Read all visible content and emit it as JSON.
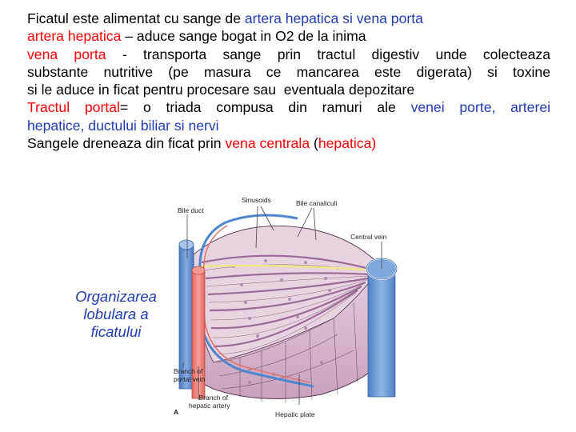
{
  "slide": {
    "lines": [
      {
        "segments": [
          {
            "text": "Ficatul este alimentat cu sange de ",
            "color": "black"
          },
          {
            "text": "artera hepatica si vena porta",
            "color": "blue"
          }
        ]
      },
      {
        "segments": [
          {
            "text": "artera hepatica",
            "color": "red"
          },
          {
            "text": " – aduce sange bogat in O2 de la inima",
            "color": "black"
          }
        ]
      },
      {
        "segments": [
          {
            "text": "vena porta",
            "color": "red"
          },
          {
            "text": " - transporta sange prin tractul digestiv unde colecteaza",
            "color": "black"
          }
        ]
      },
      {
        "segments": [
          {
            "text": "substante nutritive (pe masura ce mancarea este digerata) si toxine",
            "color": "black"
          }
        ]
      },
      {
        "segments": [
          {
            "text": "si le aduce in ficat pentru procesare sau  eventuala depozitare",
            "color": "black"
          }
        ]
      },
      {
        "segments": [
          {
            "text": "Tractul portal",
            "color": "red"
          },
          {
            "text": "= o triada compusa din ramuri ale ",
            "color": "black"
          },
          {
            "text": "venei porte, arterei",
            "color": "blue"
          }
        ]
      },
      {
        "segments": [
          {
            "text": "hepatice, ductului biliar si nervi",
            "color": "blue"
          }
        ]
      },
      {
        "segments": [
          {
            "text": "Sangele dreneaza din ficat prin ",
            "color": "black"
          },
          {
            "text": "vena centrala",
            "color": "red"
          },
          {
            "text": " (",
            "color": "black"
          },
          {
            "text": "hepatica)",
            "color": "red"
          }
        ]
      }
    ],
    "caption": {
      "line1": "Organizarea",
      "line2": "lobulara a",
      "line3": "ficatului"
    }
  },
  "diagram": {
    "labels": {
      "bile_duct": "Bile duct",
      "sinusoids": "Sinusoids",
      "bile_canaliculi": "Bile canaliculi",
      "central_vein": "Central vein",
      "branch_portal_1": "Branch of",
      "branch_portal_2": "portal vein",
      "branch_artery_1": "Branch of",
      "branch_artery_2": "hepatic artery",
      "hepatic_plate": "Hepatic plate",
      "panel_letter": "A"
    },
    "colors": {
      "hepatocyte": "#e3ccdc",
      "cell_border": "#5a3a52",
      "portal_vein": "#5b8fd6",
      "hepatic_artery": "#f07d78",
      "bile_duct": "#f0e68c",
      "central_vein": "#7fa8dc",
      "sinusoid": "#8e5a8a"
    }
  },
  "colors": {
    "blue_text": "#1f3bb3",
    "red_text": "#ff0000",
    "black_text": "#000000"
  }
}
